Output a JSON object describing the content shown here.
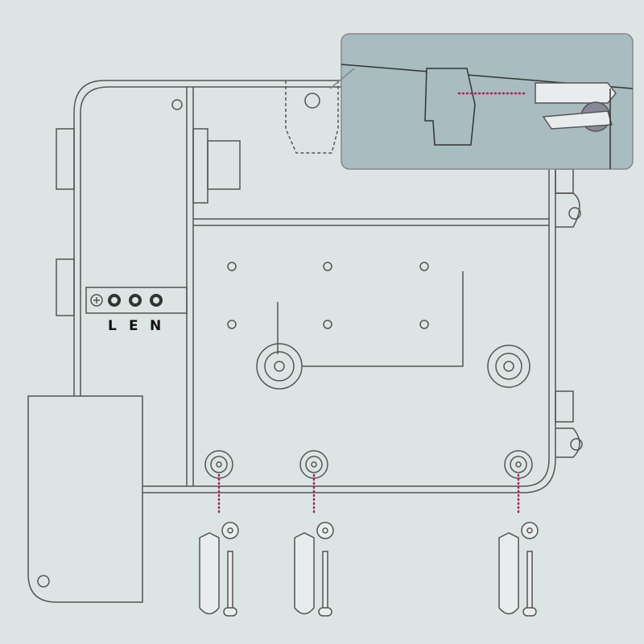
{
  "terminal_labels": {
    "l": "L",
    "e": "E",
    "n": "N"
  },
  "colors": {
    "background": "#dce5e4",
    "line": "#555555",
    "inset_panel": "#a9bcc0",
    "dotted_guide": "#a0285a",
    "part_fill": "#e8ecec"
  }
}
